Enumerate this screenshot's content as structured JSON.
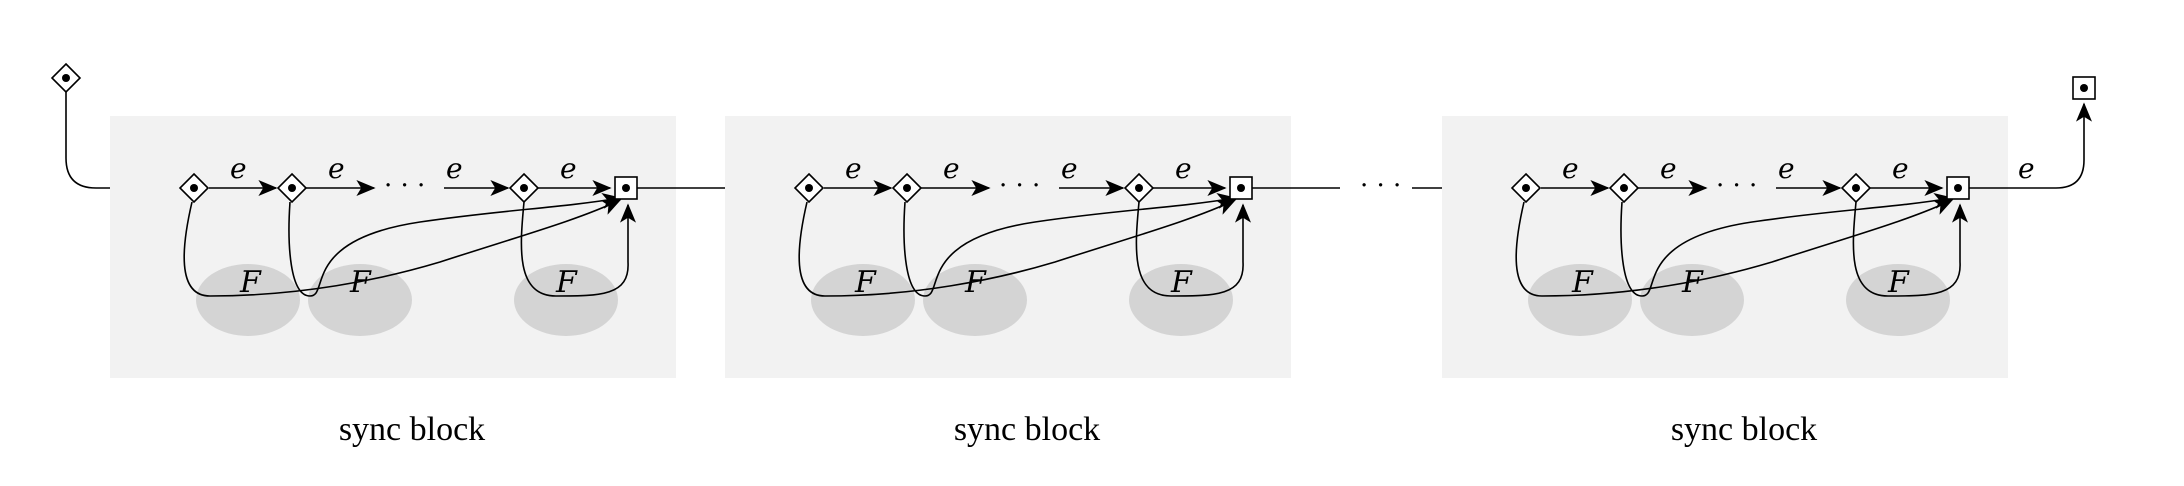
{
  "diagram": {
    "edge_label": "e",
    "function_label": "F",
    "ellipsis": "· · ·",
    "blocks": [
      {
        "caption": "sync block"
      },
      {
        "caption": "sync block"
      },
      {
        "caption": "sync block"
      }
    ],
    "colors": {
      "block_background": "#f2f2f2",
      "function_ellipse": "#d4d4d4",
      "stroke": "#000000"
    },
    "node_shapes": {
      "source": "diamond-with-dot",
      "sink": "square-with-dot"
    }
  }
}
